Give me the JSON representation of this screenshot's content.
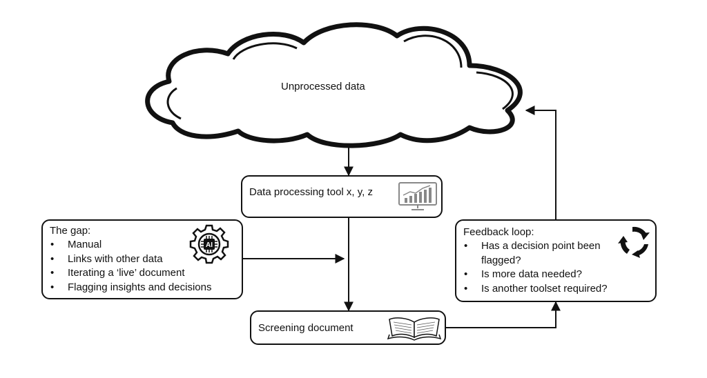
{
  "cloud": {
    "label": "Unprocessed data"
  },
  "processing_box": {
    "label": "Data processing tool x, y, z",
    "icon": "chart-monitor-icon"
  },
  "gap_box": {
    "title": "The gap:",
    "items": [
      "Manual",
      "Links with other data",
      "Iterating a ‘live’ document",
      "Flagging insights and decisions"
    ],
    "icon": "ai-gear-icon"
  },
  "feedback_box": {
    "title": "Feedback loop:",
    "items": [
      "Has a decision point been flagged?",
      "Is more data needed?",
      "Is another toolset required?"
    ],
    "icon": "cycle-arrows-icon"
  },
  "screening_box": {
    "label": "Screening document",
    "icon": "open-book-icon"
  },
  "colors": {
    "stroke": "#111111",
    "background": "#ffffff"
  }
}
